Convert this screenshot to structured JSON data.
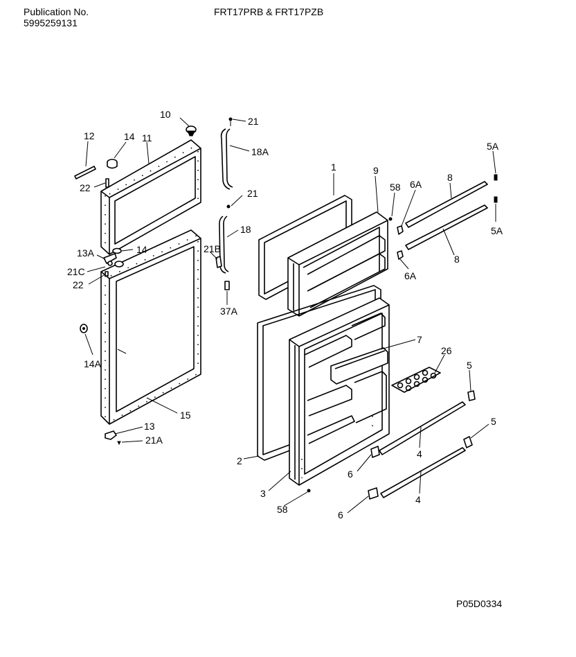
{
  "header": {
    "publication_label": "Publication No.",
    "publication_number": "5995259131",
    "model_title": "FRT17PRB & FRT17PZB"
  },
  "footer": {
    "diagram_code": "P05D0334"
  },
  "callouts": {
    "c10": "10",
    "c12": "12",
    "c14_top": "14",
    "c11": "11",
    "c22_top": "22",
    "c13A": "13A",
    "c14_mid": "14",
    "c21C": "21C",
    "c22_mid": "22",
    "c14A": "14A",
    "c15": "15",
    "c13": "13",
    "c21A": "21A",
    "c21_top": "21",
    "c18A": "18A",
    "c21_mid": "21",
    "c18": "18",
    "c21B": "21B",
    "c37A": "37A",
    "c1": "1",
    "c9": "9",
    "c58_top": "58",
    "c6A_top": "6A",
    "c8_top": "8",
    "c5A_top": "5A",
    "c5A_bot": "5A",
    "c6A_bot": "6A",
    "c8_bot": "8",
    "c7": "7",
    "c26": "26",
    "c5_top": "5",
    "c5_bot": "5",
    "c4_top": "4",
    "c4_bot": "4",
    "c6_top": "6",
    "c6_bot": "6",
    "c2": "2",
    "c3": "3",
    "c58_bot": "58"
  }
}
